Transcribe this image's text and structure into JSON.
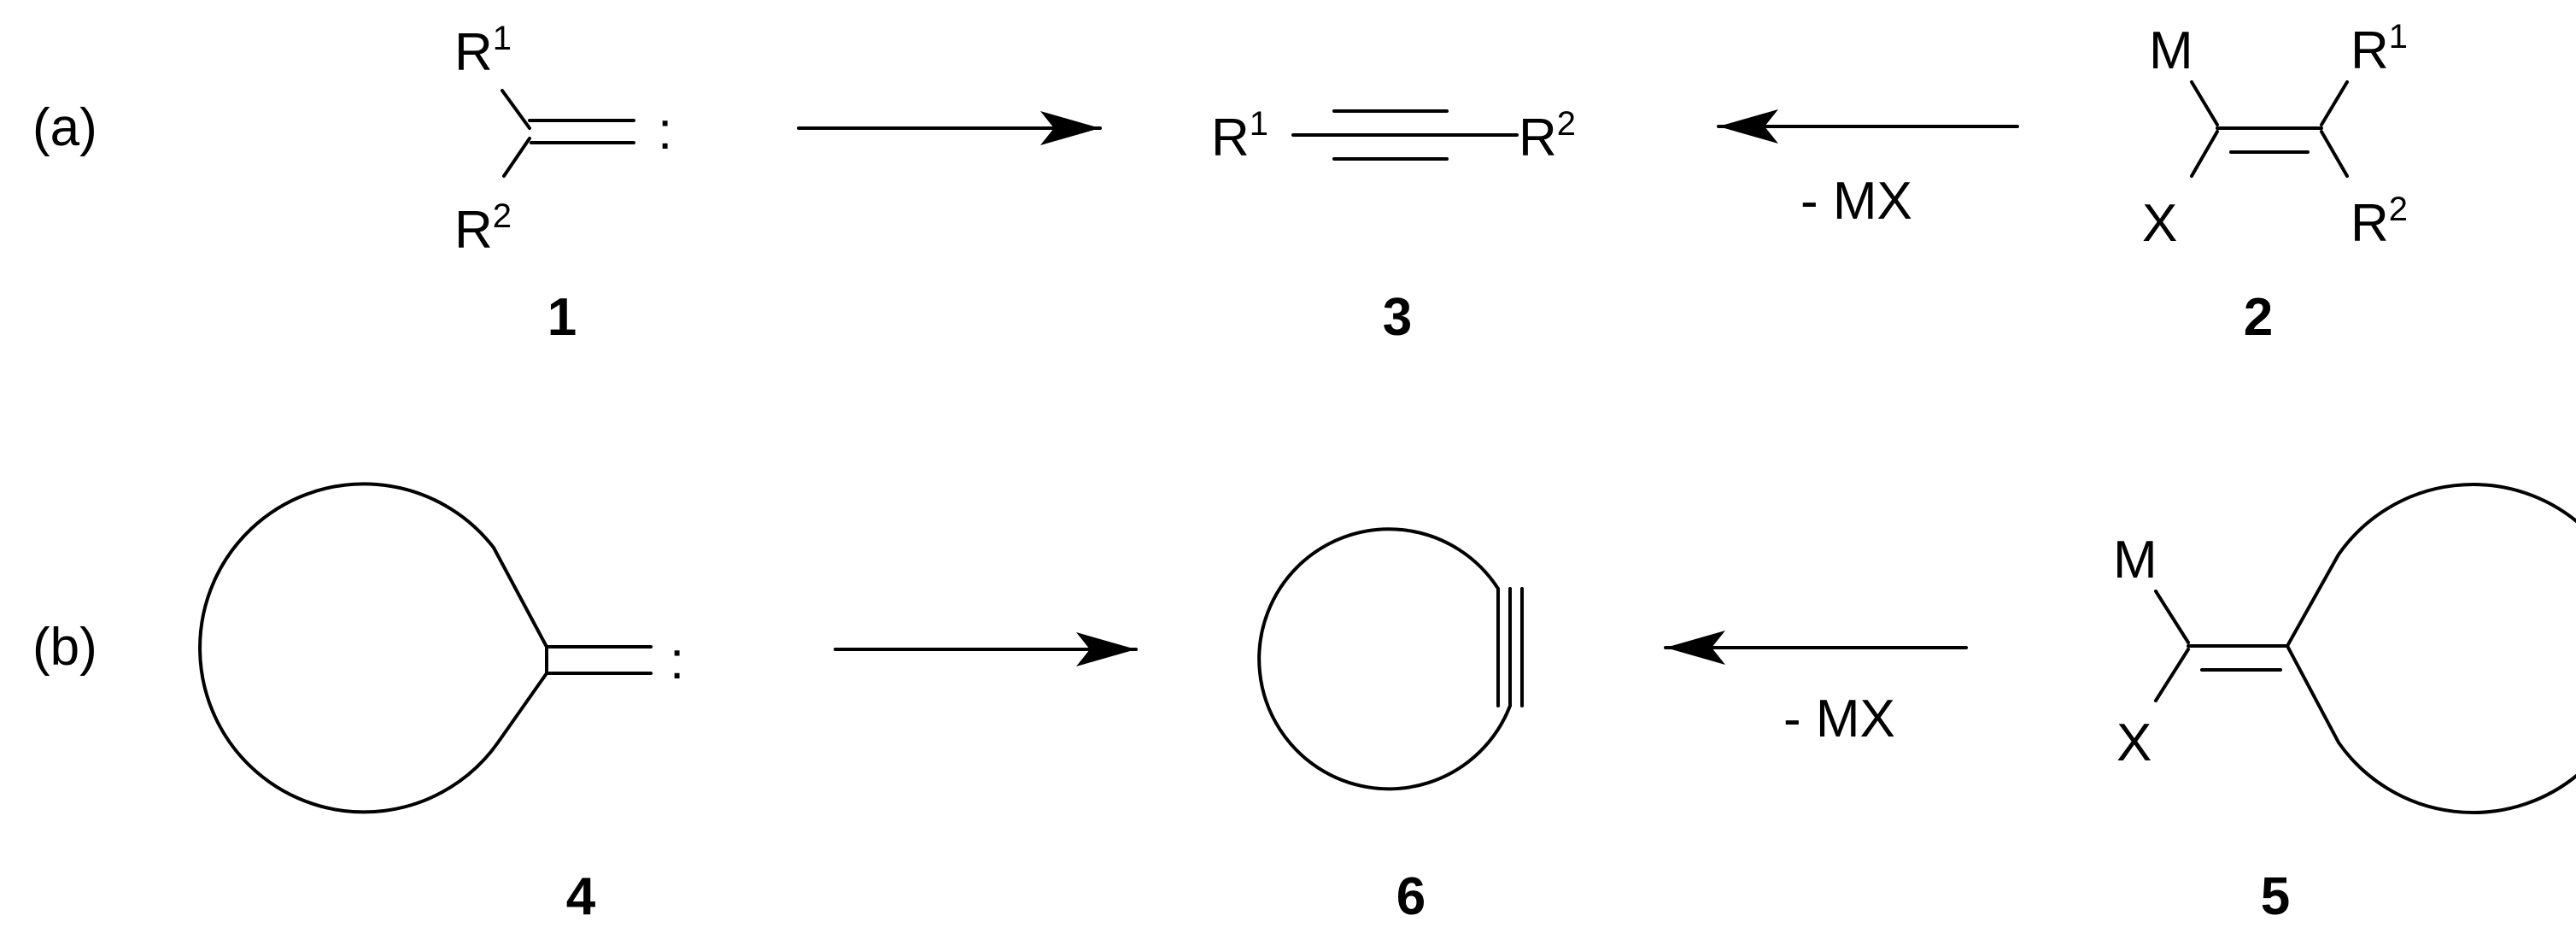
{
  "scheme": {
    "row_a": {
      "label": "(a)",
      "compound_1": {
        "number": "1",
        "r1_base": "R",
        "r1_sup": "1",
        "r2_base": "R",
        "r2_sup": "2",
        "lone_pair": ":"
      },
      "compound_3": {
        "number": "3",
        "r1_base": "R",
        "r1_sup": "1",
        "r2_base": "R",
        "r2_sup": "2"
      },
      "compound_2": {
        "number": "2",
        "metal": "M",
        "halide": "X",
        "r1_base": "R",
        "r1_sup": "1",
        "r2_base": "R",
        "r2_sup": "2"
      },
      "elimination_label": "- MX"
    },
    "row_b": {
      "label": "(b)",
      "compound_4": {
        "number": "4",
        "lone_pair": ":"
      },
      "compound_6": {
        "number": "6"
      },
      "compound_5": {
        "number": "5",
        "metal": "M",
        "halide": "X"
      },
      "elimination_label": "- MX"
    }
  }
}
